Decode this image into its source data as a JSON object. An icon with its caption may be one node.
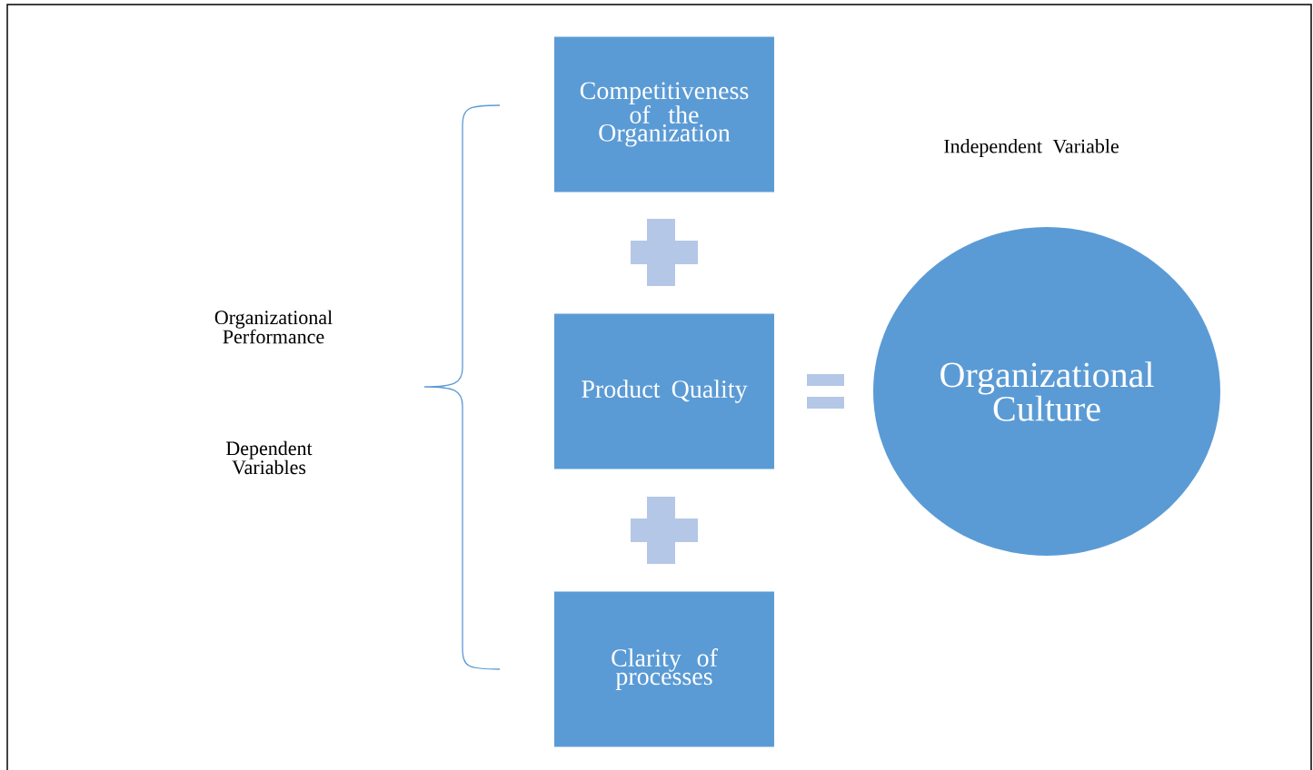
{
  "diagram": {
    "nodes": [
      {
        "text": [
          "Competitiveness of the Organization"
        ]
      },
      {
        "text": [
          "Product Quality"
        ]
      },
      {
        "text": [
          "Clarity of processes"
        ]
      },
      {
        "text": [
          "Organizational Culture"
        ]
      }
    ],
    "labels": [
      "Organizational Performance",
      "Dependent Variables",
      "Independent Variable"
    ]
  }
}
